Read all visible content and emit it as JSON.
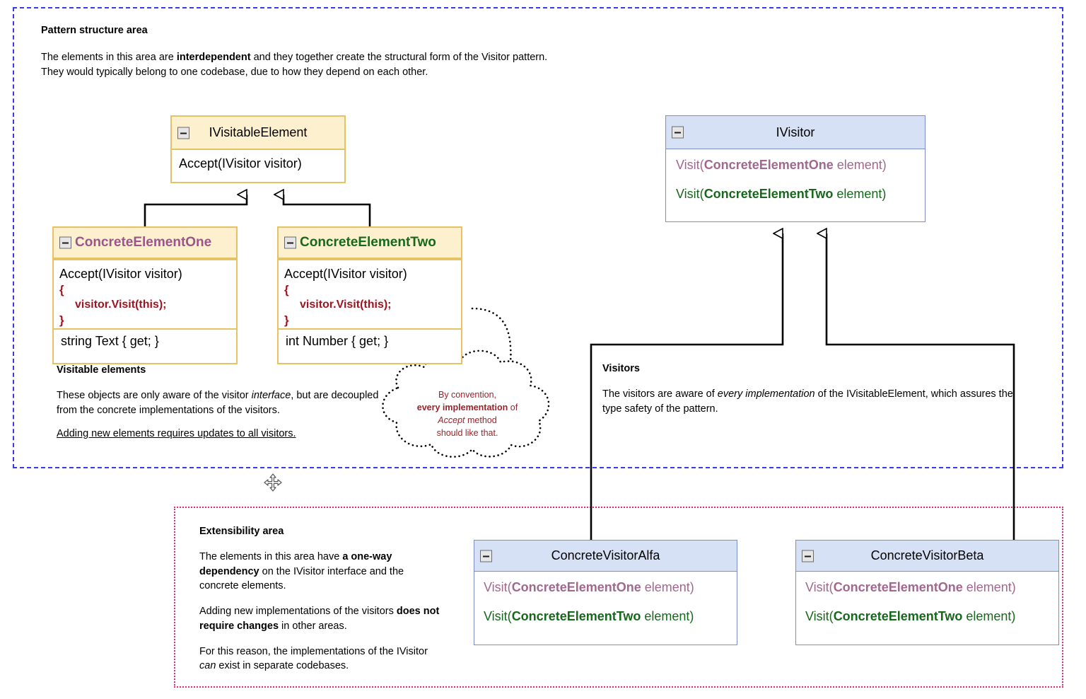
{
  "diagram": {
    "title": "Visitor pattern structure diagram",
    "colors": {
      "pattern_region_border": "#3a3ae8",
      "extensibility_region_border": "#e8276e",
      "element_box_border": "#e5c365",
      "element_box_header": "#fdf0ce",
      "visitor_box_border": "#7b8fc4",
      "visitor_box_header": "#d6e1f5",
      "concrete_element_one": "#9c558a",
      "concrete_element_two": "#17681c",
      "code_accent": "#9c1420",
      "cloud_text": "#9c2128"
    }
  },
  "pattern_area": {
    "title": "Pattern structure area",
    "paragraph_1_a": "The elements in this area are ",
    "paragraph_1_b": "interdependent",
    "paragraph_1_c": " and they together create the structural form of the Visitor pattern.",
    "paragraph_2": "They would typically belong to one codebase, due to how they depend on each other."
  },
  "visitable_note": {
    "title": "Visitable elements",
    "p1_a": "These objects are only aware of the visitor ",
    "p1_b": "interface",
    "p1_c": ", but are decoupled from the concrete implementations of the visitors.",
    "p2": "Adding new elements requires updates to all visitors."
  },
  "visitors_note": {
    "title": "Visitors",
    "p1_a": "The visitors are aware of ",
    "p1_b": "every implementation",
    "p1_c": " of the IVisitableElement, which assures the type safety of the pattern."
  },
  "extensibility_note": {
    "title": "Extensibility area",
    "p1_a": "The elements in this area have ",
    "p1_b": "a one-way dependency",
    "p1_c": " on the IVisitor interface and the concrete elements.",
    "p2_a": "Adding new implementations of the visitors ",
    "p2_b": "does not require changes",
    "p2_c": " in other areas.",
    "p3_a": "For this reason, the implementations of the IVisitor ",
    "p3_b": "can",
    "p3_c": " exist in separate codebases."
  },
  "cloud": {
    "line1": "By convention,",
    "line2_bold": "every implementation",
    "line2_rest": " of",
    "line3_italic": "Accept",
    "line3_rest": " method",
    "line4": "should like that."
  },
  "boxes": {
    "ivisitable_element": {
      "name": "IVisitableElement",
      "method": "Accept(IVisitor visitor)"
    },
    "ivisitor": {
      "name": "IVisitor",
      "method_one_prefix": "Visit(",
      "method_one_type": "ConcreteElementOne",
      "method_one_suffix": " element)",
      "method_two_prefix": "Visit(",
      "method_two_type": "ConcreteElementTwo",
      "method_two_suffix": " element)"
    },
    "concrete_element_one": {
      "name": "ConcreteElementOne",
      "method": "Accept(IVisitor visitor)",
      "brace_open": "{",
      "statement": "visitor.Visit(this);",
      "brace_close": "}",
      "property": "string Text { get; }"
    },
    "concrete_element_two": {
      "name": "ConcreteElementTwo",
      "method": "Accept(IVisitor visitor)",
      "brace_open": "{",
      "statement": "visitor.Visit(this);",
      "brace_close": "}",
      "property": "int Number { get; }"
    },
    "concrete_visitor_alfa": {
      "name": "ConcreteVisitorAlfa",
      "method_one_prefix": "Visit(",
      "method_one_type": "ConcreteElementOne",
      "method_one_suffix": " element)",
      "method_two_prefix": "Visit(",
      "method_two_type": "ConcreteElementTwo",
      "method_two_suffix": " element)"
    },
    "concrete_visitor_beta": {
      "name": "ConcreteVisitorBeta",
      "method_one_prefix": "Visit(",
      "method_one_type": "ConcreteElementOne",
      "method_one_suffix": " element)",
      "method_two_prefix": "Visit(",
      "method_two_type": "ConcreteElementTwo",
      "method_two_suffix": " element)"
    }
  },
  "icons": {
    "collapse": "collapse-minus-icon",
    "move_cursor": "move-cursor-icon"
  }
}
